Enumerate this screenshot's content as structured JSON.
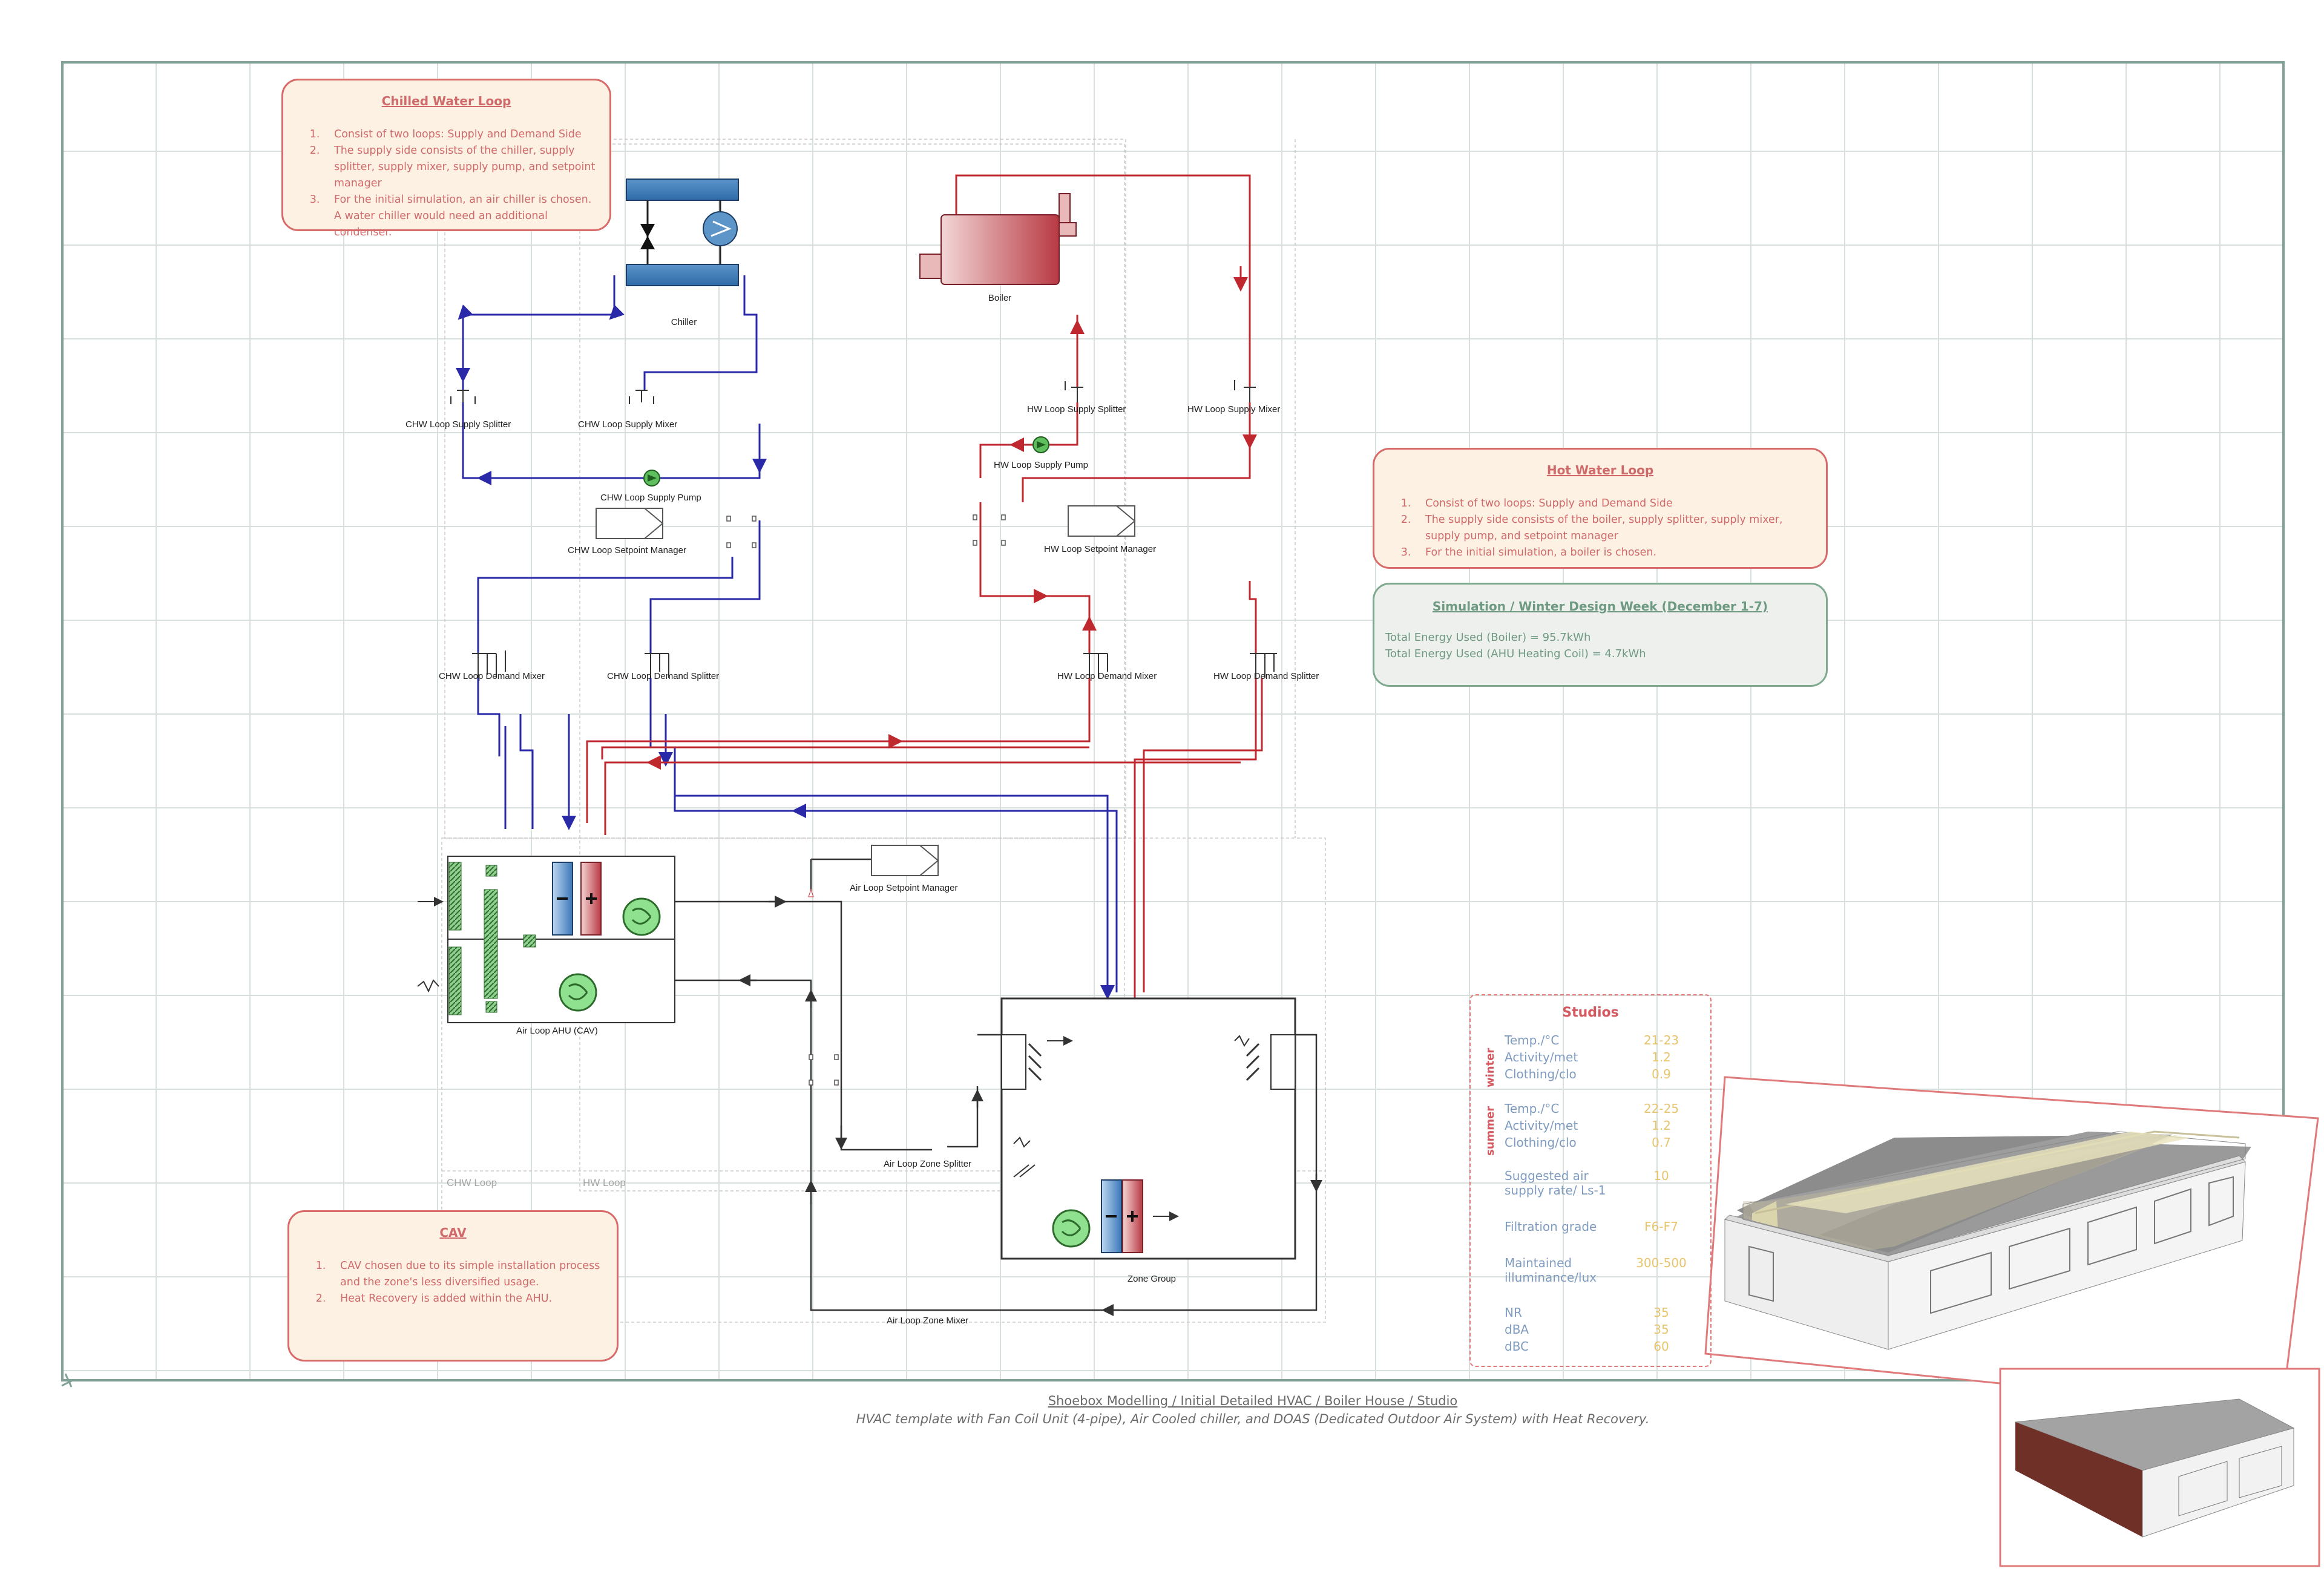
{
  "colors": {
    "chilled_water": "#2a2aa8",
    "hot_water": "#c0282f",
    "air": "#333333",
    "note_border": "#d86a6a",
    "note_fill": "#fdf1e4",
    "sim_border": "#7fa98f",
    "sim_fill": "#eef0ee",
    "studio_label": "#7f9cc0",
    "studio_value": "#e8c46c",
    "studio_title": "#d4585f"
  },
  "diagram_labels": {
    "chiller": "Chiller",
    "boiler": "Boiler",
    "chw_supply_splitter": "CHW Loop Supply Splitter",
    "chw_supply_mixer": "CHW Loop Supply Mixer",
    "chw_supply_pump": "CHW Loop Supply Pump",
    "chw_setpoint_manager": "CHW Loop Setpoint Manager",
    "chw_demand_mixer": "CHW Loop Demand Mixer",
    "chw_demand_splitter": "CHW Loop Demand Splitter",
    "hw_supply_splitter": "HW Loop Supply Splitter",
    "hw_supply_mixer": "HW Loop Supply Mixer",
    "hw_supply_pump": "HW Loop Supply Pump",
    "hw_setpoint_manager": "HW Loop Setpoint Manager",
    "hw_demand_mixer": "HW Loop Demand Mixer",
    "hw_demand_splitter": "HW Loop Demand Splitter",
    "air_loop_setpoint_manager": "Air Loop Setpoint Manager",
    "air_loop_ahu": "Air Loop AHU (CAV)",
    "air_loop_zone_splitter": "Air Loop Zone Splitter",
    "air_loop_zone_mixer": "Air Loop Zone Mixer",
    "zone_group": "Zone Group",
    "chw_loop": "CHW Loop",
    "hw_loop": "HW Loop"
  },
  "notes": {
    "chilled_water_loop": {
      "title": "Chilled Water Loop",
      "items": [
        "Consist of two loops: Supply and Demand Side",
        "The supply side consists of the chiller, supply splitter, supply mixer, supply pump, and setpoint manager",
        "For the initial simulation, an air chiller is chosen. A water chiller would need an additional condenser."
      ]
    },
    "hot_water_loop": {
      "title": "Hot Water Loop",
      "items": [
        "Consist of two loops: Supply and Demand Side",
        "The supply side consists of the boiler, supply splitter, supply mixer, supply pump, and setpoint manager",
        "For the initial simulation, a boiler is chosen."
      ]
    },
    "simulation": {
      "title": "Simulation / Winter Design Week (December 1-7)",
      "lines": [
        "Total Energy Used (Boiler) = 95.7kWh",
        "Total Energy Used (AHU Heating Coil) = 4.7kWh"
      ]
    },
    "cav": {
      "title": "CAV",
      "items": [
        "CAV chosen due to its simple installation process and the zone's less diversified usage.",
        "Heat Recovery is added within the AHU."
      ]
    }
  },
  "studios": {
    "title": "Studios",
    "winter_label": "winter",
    "summer_label": "summer",
    "rows": [
      {
        "label": "Temp./°C",
        "value": "21-23"
      },
      {
        "label": "Activity/met",
        "value": "1.2"
      },
      {
        "label": "Clothing/clo",
        "value": "0.9"
      },
      {
        "label": "Temp./°C",
        "value": "22-25"
      },
      {
        "label": "Activity/met",
        "value": "1.2"
      },
      {
        "label": "Clothing/clo",
        "value": "0.7"
      },
      {
        "label": "Suggested air supply rate/ Ls-1",
        "value": "10"
      },
      {
        "label": "Filtration grade",
        "value": "F6-F7"
      },
      {
        "label": "Maintained illuminance/lux",
        "value": "300-500"
      },
      {
        "label": "NR",
        "value": "35"
      },
      {
        "label": "dBA",
        "value": "35"
      },
      {
        "label": "dBC",
        "value": "60"
      }
    ]
  },
  "caption": {
    "title": "Shoebox Modelling / Initial Detailed HVAC / Boiler House / Studio",
    "subtitle": "HVAC template with Fan Coil Unit (4-pipe), Air Cooled chiller, and DOAS (Dedicated Outdoor Air System) with Heat Recovery."
  }
}
